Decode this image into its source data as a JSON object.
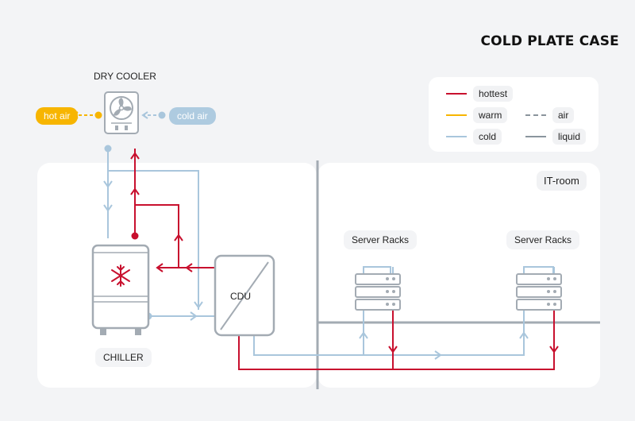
{
  "title": "COLD PLATE CASE",
  "legend": {
    "hottest": "hottest",
    "warm": "warm",
    "cold": "cold",
    "air": "air",
    "liquid": "liquid"
  },
  "colors": {
    "hottest": "#c8102e",
    "warm": "#f7b500",
    "cold": "#a9c6dc",
    "air": "#9aa3ab",
    "liquid": "#8a959e",
    "equipment": "#a3abb3"
  },
  "labels": {
    "dry_cooler": "DRY COOLER",
    "hot_air": "hot air",
    "cold_air": "cold air",
    "chiller": "CHILLER",
    "cdu": "CDU",
    "it_room": "IT-room",
    "server_racks_1": "Server Racks",
    "server_racks_2": "Server Racks"
  },
  "icons": {
    "dry_cooler": "fan-icon",
    "chiller": "snowflake-icon",
    "server_rack": "server-rack-icon"
  }
}
